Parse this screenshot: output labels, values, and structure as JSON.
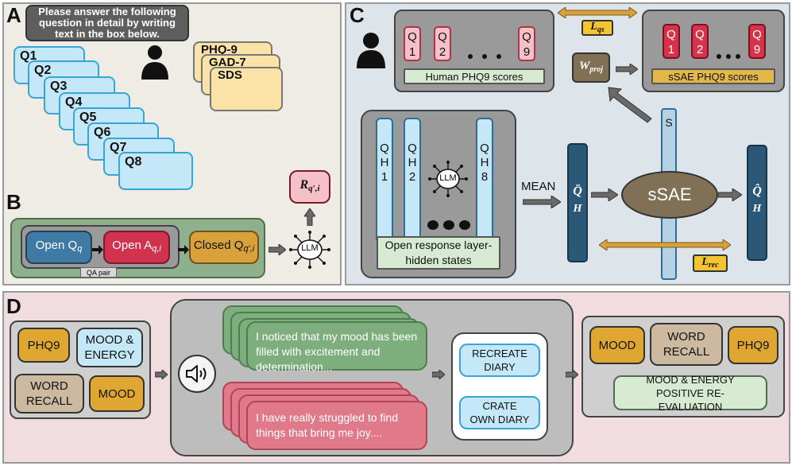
{
  "panel_labels": {
    "a": "A",
    "b": "B",
    "c": "C",
    "d": "D"
  },
  "panel_a": {
    "prompt": "Please answer the following question in detail by writing text in the box below.",
    "questions": [
      "Q1",
      "Q2",
      "Q3",
      "Q4",
      "Q5",
      "Q6",
      "Q7",
      "Q8"
    ],
    "scales": [
      "PHQ-9",
      "GAD-7",
      "SDS"
    ]
  },
  "panel_b": {
    "open_q": "Open Q",
    "open_q_sub": "q",
    "open_a": "Open A",
    "open_a_sub": "q,i",
    "closed_q": "Closed Q",
    "closed_q_sub": "q′,i",
    "qa_pair": "QA pair",
    "result": "R",
    "result_sub": "q′,i",
    "llm": "LLM"
  },
  "panel_c": {
    "human_q": [
      "Q 1",
      "Q 2",
      "Q 9"
    ],
    "human_dots": "• • •",
    "human_label": "Human PHQ9 scores",
    "loss_qs": "L",
    "loss_qs_sub": "qs",
    "w_proj": "W",
    "w_proj_sub": "proj",
    "sae_q": [
      "Q 1",
      "Q 2",
      "Q 9"
    ],
    "sae_label": "sSAE PHQ9 scores",
    "qh": [
      "Q H 1",
      "Q H 2",
      "Q H 8"
    ],
    "llm": "LLM",
    "states_label": "Open response layer-hidden states",
    "mean": "MEAN",
    "qbar": "Q̄",
    "h": "H",
    "s": "S",
    "ssae": "sSAE",
    "qhat": "Q̂",
    "loss_rec": "L",
    "loss_rec_sub": "rec"
  },
  "panel_d": {
    "pre": [
      "PHQ9",
      "MOOD & ENERGY",
      "WORD RECALL",
      "MOOD"
    ],
    "positive_text": "I noticed that my mood has been filled with excitement and determination...",
    "negative_text": "I have really struggled to find things that bring me joy....",
    "recreate": "RECREATE DIARY",
    "create": "CRATE OWN DIARY",
    "post": [
      "MOOD",
      "WORD RECALL",
      "PHQ9"
    ],
    "post_eval": "MOOD & ENERGY POSITIVE RE-EVALUATION"
  },
  "colors": {
    "panel_a_bg": "#eeece4",
    "panel_c_bg": "#dde4ea",
    "panel_d_bg": "#f1dcdf",
    "q_card": "#c5e8f8",
    "scale_card": "#fbe3a8",
    "open_q": "#3f7aa5",
    "open_a": "#d1334f",
    "closed_q": "#d9a13b",
    "dark_teal": "#2b5877",
    "ssae": "#807056"
  }
}
